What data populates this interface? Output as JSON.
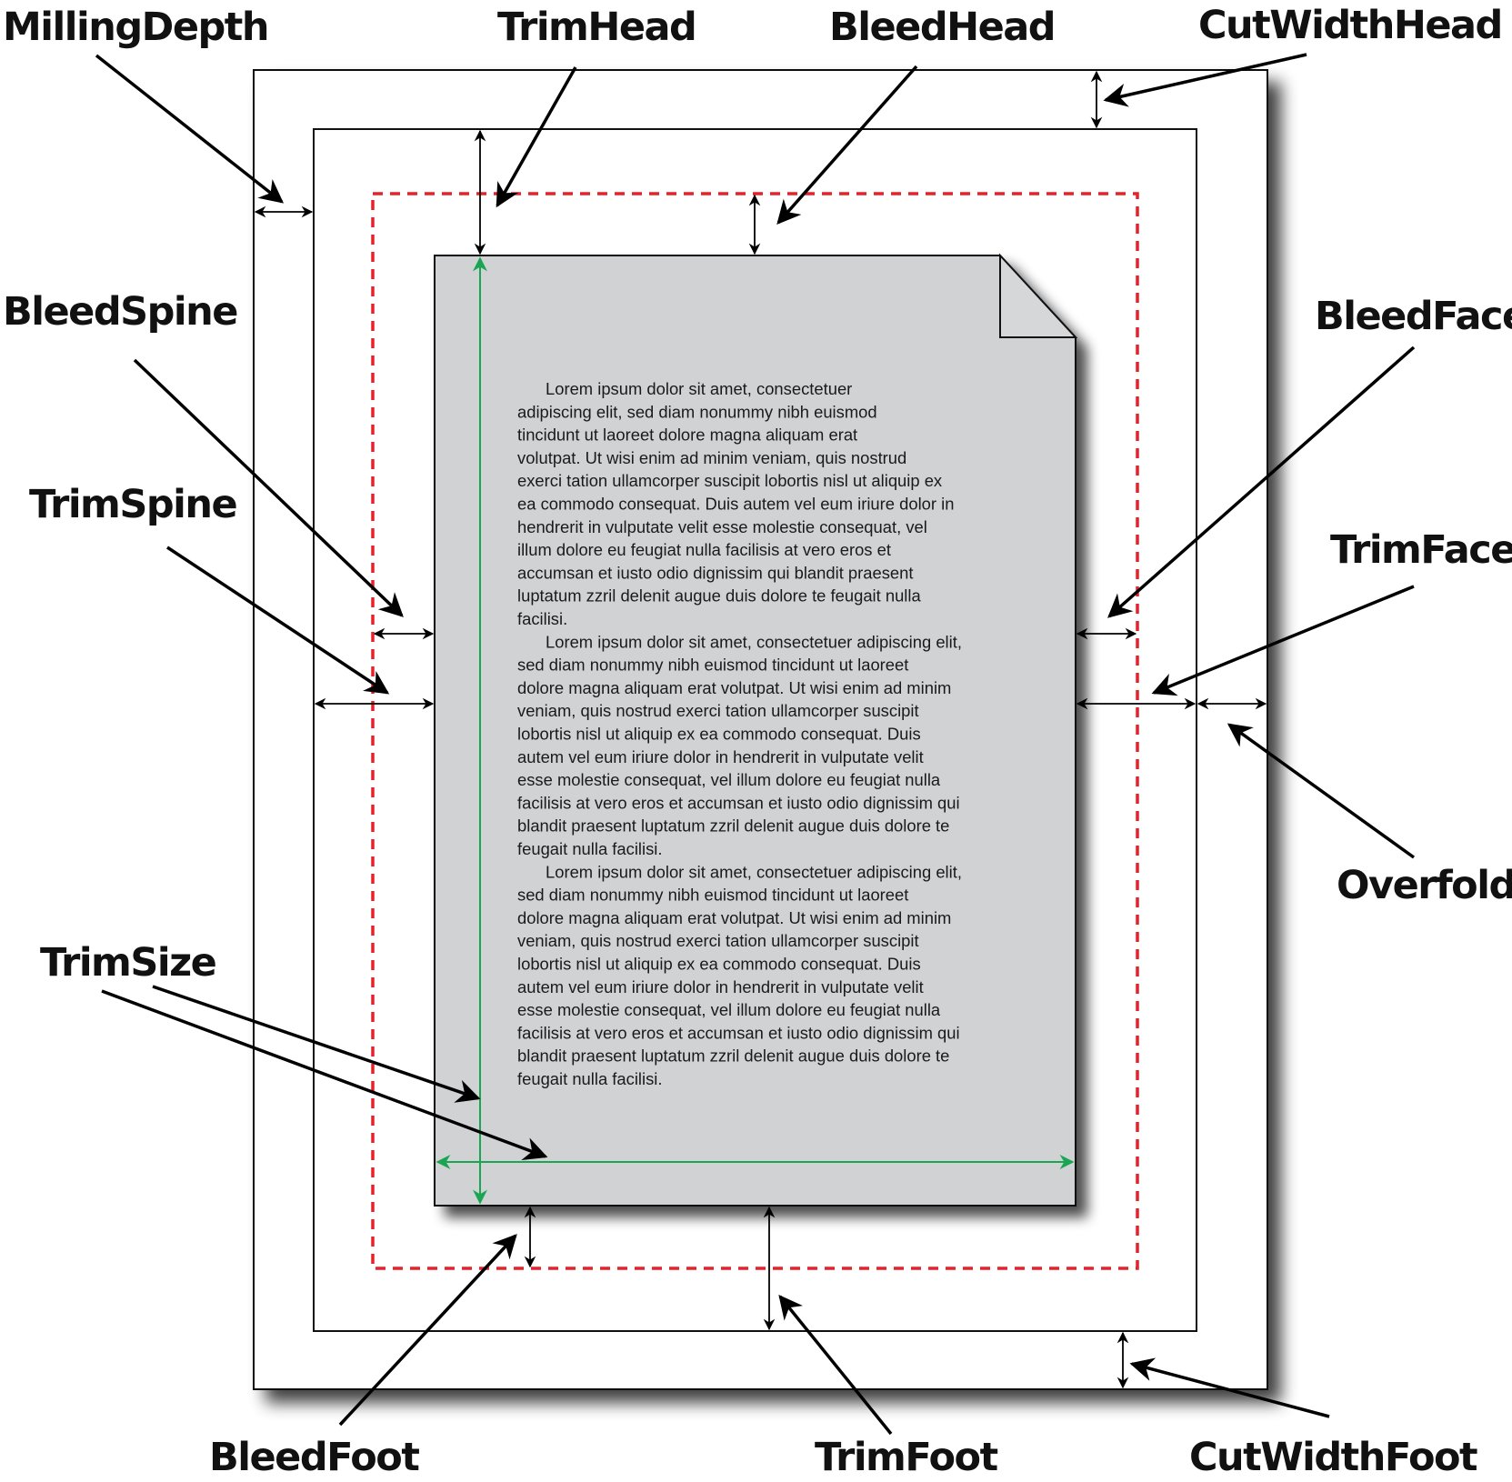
{
  "title": "Page trim, bleed and cut-width layout diagram",
  "colors": {
    "frame_stroke": "#111111",
    "bleed_dashed": "#e8202a",
    "trim_size_arrows": "#1aa553",
    "page_fill": "#d1d2d4",
    "pointer": "#000000"
  },
  "labels": {
    "milling_depth": "MillingDepth",
    "trim_head": "TrimHead",
    "bleed_head": "BleedHead",
    "cut_width_head": "CutWidthHead",
    "bleed_spine": "BleedSpine",
    "trim_spine": "TrimSpine",
    "bleed_face": "BleedFace",
    "trim_face": "TrimFace",
    "overfold": "Overfold",
    "trim_size": "TrimSize",
    "bleed_foot": "BleedFoot",
    "trim_foot": "TrimFoot",
    "cut_width_foot": "CutWidthFoot"
  },
  "page_text": {
    "paragraphs": [
      {
        "lines": [
          "Lorem ipsum dolor sit amet, consectetuer",
          "adipiscing elit, sed diam nonummy nibh euismod",
          "tincidunt ut laoreet dolore magna aliquam erat",
          "volutpat. Ut wisi enim ad minim veniam, quis nostrud",
          "exerci tation ullamcorper suscipit lobortis nisl ut aliquip ex",
          "ea commodo consequat. Duis autem vel eum iriure dolor in",
          "hendrerit in vulputate velit esse molestie consequat, vel",
          "illum dolore eu feugiat nulla facilisis at vero eros et",
          "accumsan et iusto odio dignissim qui blandit praesent",
          "luptatum zzril delenit augue duis dolore te feugait nulla",
          "facilisi."
        ]
      },
      {
        "lines": [
          "Lorem ipsum dolor sit amet, consectetuer adipiscing elit,",
          "sed diam nonummy nibh euismod tincidunt ut laoreet",
          "dolore magna aliquam erat volutpat. Ut wisi enim ad minim",
          "veniam, quis nostrud exerci tation ullamcorper suscipit",
          "lobortis nisl ut aliquip ex ea commodo consequat. Duis",
          "autem vel eum iriure dolor in hendrerit in vulputate velit",
          "esse molestie consequat, vel illum dolore eu feugiat nulla",
          "facilisis at vero eros et accumsan et iusto odio dignissim qui",
          "blandit praesent luptatum zzril delenit augue duis dolore te",
          "feugait nulla facilisi."
        ]
      },
      {
        "lines": [
          "Lorem ipsum dolor sit amet, consectetuer adipiscing elit,",
          "sed diam nonummy nibh euismod tincidunt ut laoreet",
          "dolore magna aliquam erat volutpat. Ut wisi enim ad minim",
          "veniam, quis nostrud exerci tation ullamcorper suscipit",
          "lobortis nisl ut aliquip ex ea commodo consequat. Duis",
          "autem vel eum iriure dolor in hendrerit in vulputate velit",
          "esse molestie consequat, vel illum dolore eu feugiat nulla",
          "facilisis at vero eros et accumsan et iusto odio dignissim qui",
          "blandit praesent luptatum zzril delenit augue duis dolore te",
          "feugait nulla facilisi."
        ]
      }
    ]
  }
}
